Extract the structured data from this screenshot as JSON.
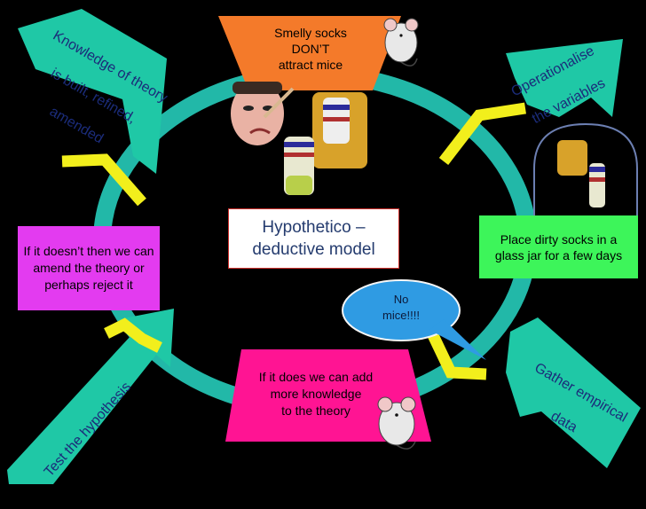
{
  "title_box": {
    "line1": "Hypothetico –",
    "line2": "deductive model"
  },
  "hypothesis_box": {
    "line1": "Smelly socks",
    "line2": "DON’T",
    "line3": "attract mice"
  },
  "operationalise_arrow": {
    "line1": "Operationalise",
    "line2": "the variables"
  },
  "method_box": {
    "text": "Place dirty socks in a glass jar for a few days"
  },
  "gather_arrow": {
    "line1": "Gather empirical",
    "line2": "data"
  },
  "result_bubble": {
    "line1": "No",
    "line2": "mice!!!!"
  },
  "add_knowledge_box": {
    "line1": "If it does we can add",
    "line2": "more knowledge",
    "line3": "to the theory"
  },
  "test_arrow": {
    "text": "Test the hypothesis"
  },
  "amend_box": {
    "text": "If it doesn’t then we can amend the theory or perhaps reject it"
  },
  "knowledge_arrow": {
    "line1": "Knowledge of theory",
    "line2": "is built, refined,",
    "line3": "amended"
  },
  "colors": {
    "cycle": "#22b8a8",
    "arrow": "#1fc8a6",
    "chevron": "#f2ef1c",
    "hypothesis": "#f47a2a",
    "pink_box": "#ff1493",
    "purple_box": "#e33bf0",
    "green_box": "#3df55a",
    "bubble": "#2f9be3"
  },
  "icons": [
    "mouse-icon",
    "smelly-face-icon",
    "sock-icon",
    "glass-jar-icon"
  ]
}
